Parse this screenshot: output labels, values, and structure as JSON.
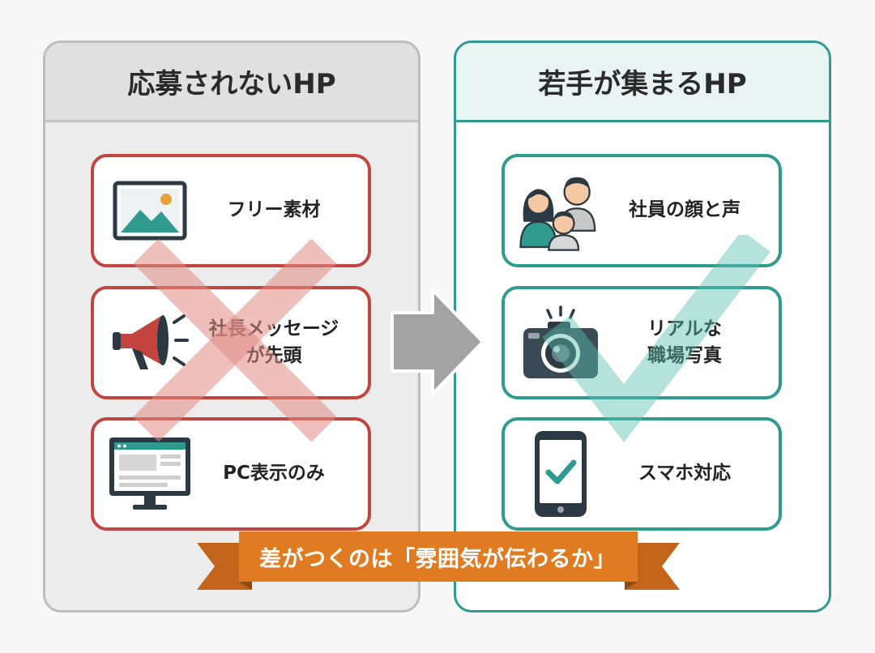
{
  "left_panel": {
    "title": "応募されないHP",
    "items": [
      {
        "label": "フリー素材",
        "icon": "image-placeholder-icon"
      },
      {
        "label": "社長メッセージ\nが先頭",
        "icon": "megaphone-icon"
      },
      {
        "label": "PC表示のみ",
        "icon": "desktop-monitor-icon"
      }
    ]
  },
  "right_panel": {
    "title": "若手が集まるHP",
    "items": [
      {
        "label": "社員の顔と声",
        "icon": "people-group-icon"
      },
      {
        "label": "リアルな\n職場写真",
        "icon": "camera-icon"
      },
      {
        "label": "スマホ対応",
        "icon": "smartphone-check-icon"
      }
    ]
  },
  "banner": {
    "text": "差がつくのは「雰囲気が伝わるか」"
  },
  "colors": {
    "bad_accent": "#c2463f",
    "good_accent": "#2f9a8e",
    "banner": "#e07b22",
    "arrow": "#9e9e9e"
  }
}
